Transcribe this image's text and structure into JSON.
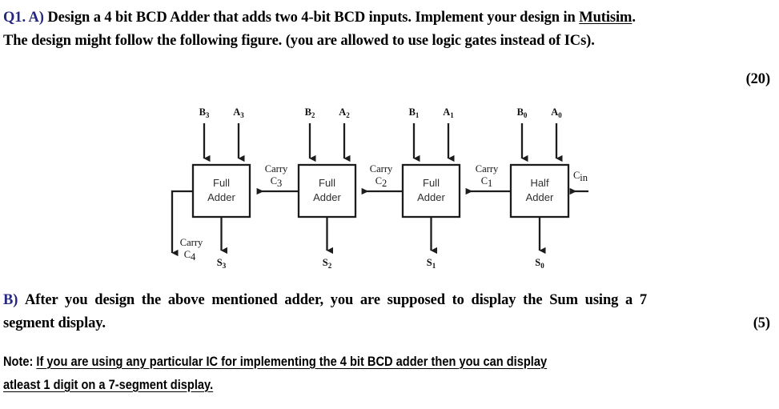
{
  "question": {
    "label_a": "Q1. A)",
    "line1_rest": " Design a 4 bit BCD Adder that adds two 4-bit BCD inputs. Implement your design in ",
    "line1_underlined": "Mutisim",
    "line1_end": ".",
    "line2": "The design might follow the following figure. (you are allowed to use logic gates instead of ICs).",
    "marks_a": "(20)",
    "label_b": "B)",
    "line_b1": "After you design the above mentioned adder, you are supposed to display the Sum using a 7",
    "line_b2": "segment display.",
    "marks_b": "(5)",
    "note_prefix": "Note: ",
    "note_line1": "If you are using any particular IC for implementing the 4 bit BCD adder then you can display",
    "note_line2": "atleast 1 digit on a 7-segment display."
  },
  "colors": {
    "heading_blue": "#26277e",
    "text_black": "#000000",
    "wire": "#1c1c1c",
    "box_text": "#2f2f2f",
    "background": "#ffffff"
  },
  "diagram": {
    "title": "4-bit BCD adder block diagram",
    "blocks": [
      {
        "id": "fa3",
        "type": "Full Adder",
        "line1": "Full",
        "line2": "Adder",
        "inputs": [
          "B3",
          "A3"
        ],
        "sum_out": "S3",
        "carry_out": "C4"
      },
      {
        "id": "fa2",
        "type": "Full Adder",
        "line1": "Full",
        "line2": "Adder",
        "inputs": [
          "B2",
          "A2"
        ],
        "sum_out": "S2",
        "carry_out": "C3"
      },
      {
        "id": "fa1",
        "type": "Full Adder",
        "line1": "Full",
        "line2": "Adder",
        "inputs": [
          "B1",
          "A1"
        ],
        "sum_out": "S1",
        "carry_out": "C2"
      },
      {
        "id": "ha0",
        "type": "Half Adder",
        "line1": "Half",
        "line2": "Adder",
        "inputs": [
          "B0",
          "A0"
        ],
        "sum_out": "S0",
        "carry_out": "C1"
      }
    ],
    "input_labels": [
      {
        "base": "B",
        "sub": "3"
      },
      {
        "base": "A",
        "sub": "3"
      },
      {
        "base": "B",
        "sub": "2"
      },
      {
        "base": "A",
        "sub": "2"
      },
      {
        "base": "B",
        "sub": "1"
      },
      {
        "base": "A",
        "sub": "1"
      },
      {
        "base": "B",
        "sub": "0"
      },
      {
        "base": "A",
        "sub": "0"
      }
    ],
    "sum_labels": [
      {
        "base": "S",
        "sub": "3"
      },
      {
        "base": "S",
        "sub": "2"
      },
      {
        "base": "S",
        "sub": "1"
      },
      {
        "base": "S",
        "sub": "0"
      }
    ],
    "carry_labels": [
      {
        "word": "Carry",
        "base": "C",
        "sub": "4"
      },
      {
        "word": "Carry",
        "base": "C",
        "sub": "3"
      },
      {
        "word": "Carry",
        "base": "C",
        "sub": "2"
      },
      {
        "word": "Carry",
        "base": "C",
        "sub": "1"
      }
    ],
    "carry_in": {
      "base": "C",
      "sub": "in"
    }
  }
}
